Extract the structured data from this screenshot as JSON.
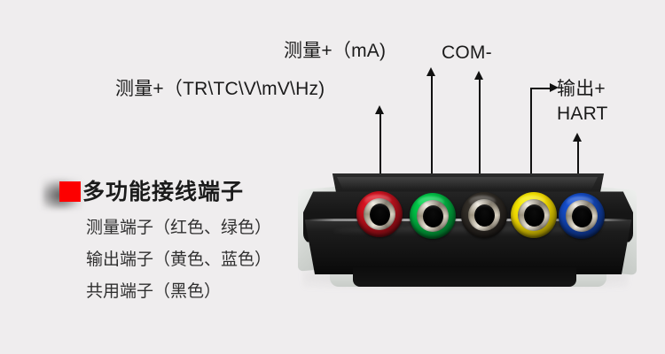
{
  "background_color": "#efedee",
  "callouts": [
    {
      "id": "ma",
      "text": "测量+（mA)",
      "name": "callout-measure-ma"
    },
    {
      "id": "trtc",
      "text": "测量+（TR\\TC\\V\\mV\\Hz)",
      "name": "callout-measure-trtc"
    },
    {
      "id": "com",
      "text": "COM-",
      "name": "callout-com"
    },
    {
      "id": "out",
      "text": "输出+",
      "name": "callout-output"
    },
    {
      "id": "hart",
      "text": "HART",
      "name": "callout-hart"
    }
  ],
  "legend": {
    "marker_color": "#fd0000",
    "heading": "多功能接线端子",
    "lines": [
      "测量端子（红色、绿色）",
      "输出端子（黄色、蓝色）",
      "共用端子（黑色）"
    ]
  },
  "device": {
    "body_color": "#141414",
    "terminals": [
      {
        "label": "测量+（TR\\TC\\V\\mV\\Hz)",
        "color_name": "红色",
        "color": "#b2101b",
        "name": "terminal-red"
      },
      {
        "label": "测量+（mA)",
        "color_name": "绿色",
        "color": "#00a63c",
        "name": "terminal-green"
      },
      {
        "label": "COM-",
        "color_name": "黑色",
        "color": "#2b2722",
        "name": "terminal-black"
      },
      {
        "label": "输出+",
        "color_name": "黄色",
        "color": "#e8d000",
        "name": "terminal-yellow"
      },
      {
        "label": "HART",
        "color_name": "蓝色",
        "color": "#1140a8",
        "name": "terminal-blue"
      }
    ]
  }
}
